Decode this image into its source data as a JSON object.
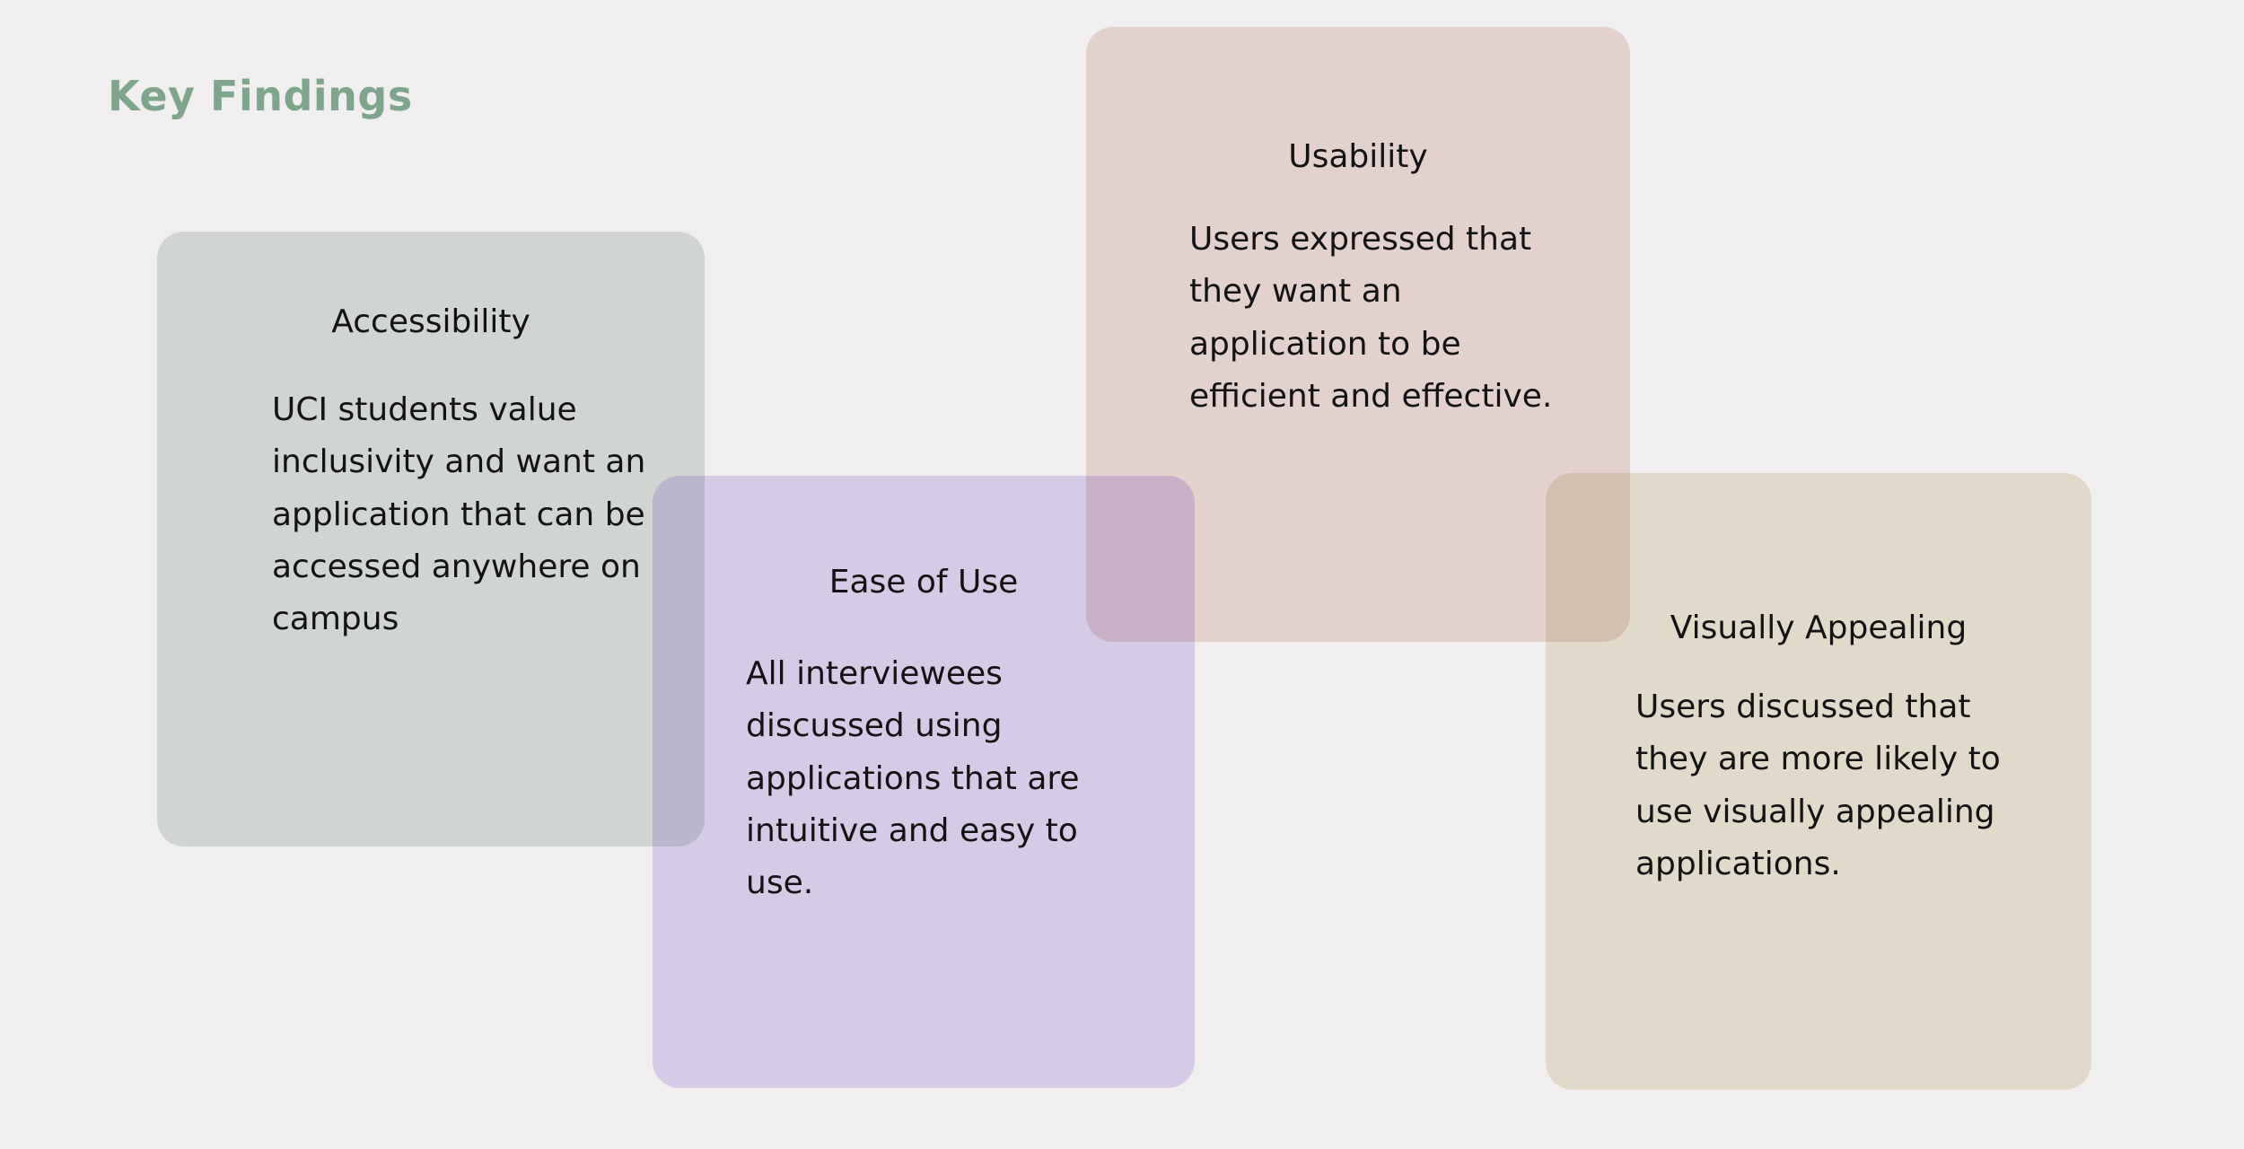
{
  "slide": {
    "title": "Key Findings",
    "background_color": "#f0eeee",
    "title_color": "#7fa68d"
  },
  "cards": [
    {
      "id": "accessibility",
      "heading": "Accessibility",
      "body": "UCI students value inclusivity and want an application that can be accessed anywhere on campus",
      "color": "#dee5e0",
      "color_name": "sage-green"
    },
    {
      "id": "ease-of-use",
      "heading": "Ease of Use",
      "body": "All interviewees discussed using applications that are intuitive and easy to use.",
      "color": "#e3daf8",
      "color_name": "lavender"
    },
    {
      "id": "usability",
      "heading": "Usability",
      "body": "Users expressed that they want an application to be efficient and effective.",
      "color": "#f1e0dc",
      "color_name": "blush-pink"
    },
    {
      "id": "visually-appealing",
      "heading": "Visually Appealing",
      "body": "Users discussed that they are more likely to use visually appealing applications.",
      "color": "#efeada",
      "color_name": "cream"
    }
  ]
}
